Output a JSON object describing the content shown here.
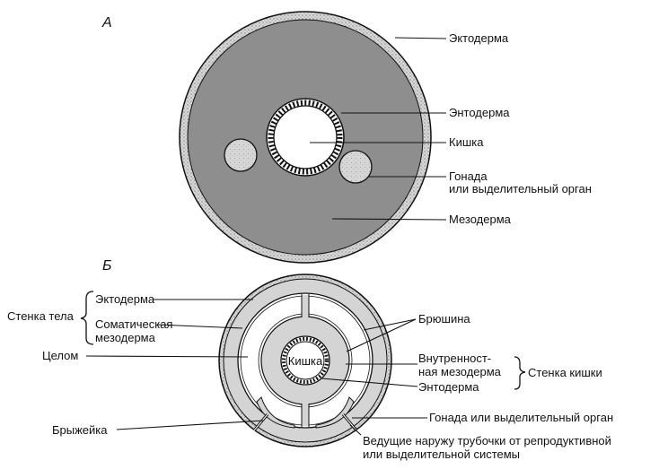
{
  "figure_a": {
    "letter": "А",
    "labels": {
      "ectoderm": "Эктодерма",
      "endoderm": "Энтодерма",
      "gut": "Кишка",
      "gonad_line1": "Гонада",
      "gonad_line2": "или выделительный орган",
      "mesoderm": "Мезодерма"
    }
  },
  "figure_b": {
    "letter": "Б",
    "labels": {
      "body_wall": "Стенка тела",
      "ectoderm": "Эктодерма",
      "somatic_line1": "Соматическая",
      "somatic_line2": "мезодерма",
      "coelom": "Целом",
      "mesentery": "Брыжейка",
      "peritoneum": "Брюшина",
      "visceral_line1": "Внутренност-",
      "visceral_line2": "ная мезодерма",
      "endoderm": "Энтодерма",
      "gut": "Кишка",
      "gut_wall": "Стенка кишки",
      "gonad": "Гонада или выделительный орган",
      "ducts_line1": "Ведущие наружу трубочки от репродуктивной",
      "ducts_line2": "или выделительной системы"
    }
  },
  "colors": {
    "tissue_gray": "#8e8e8e",
    "tissue_light": "#d4d4d4",
    "ink": "#111111",
    "cavity": "#ffffff"
  }
}
